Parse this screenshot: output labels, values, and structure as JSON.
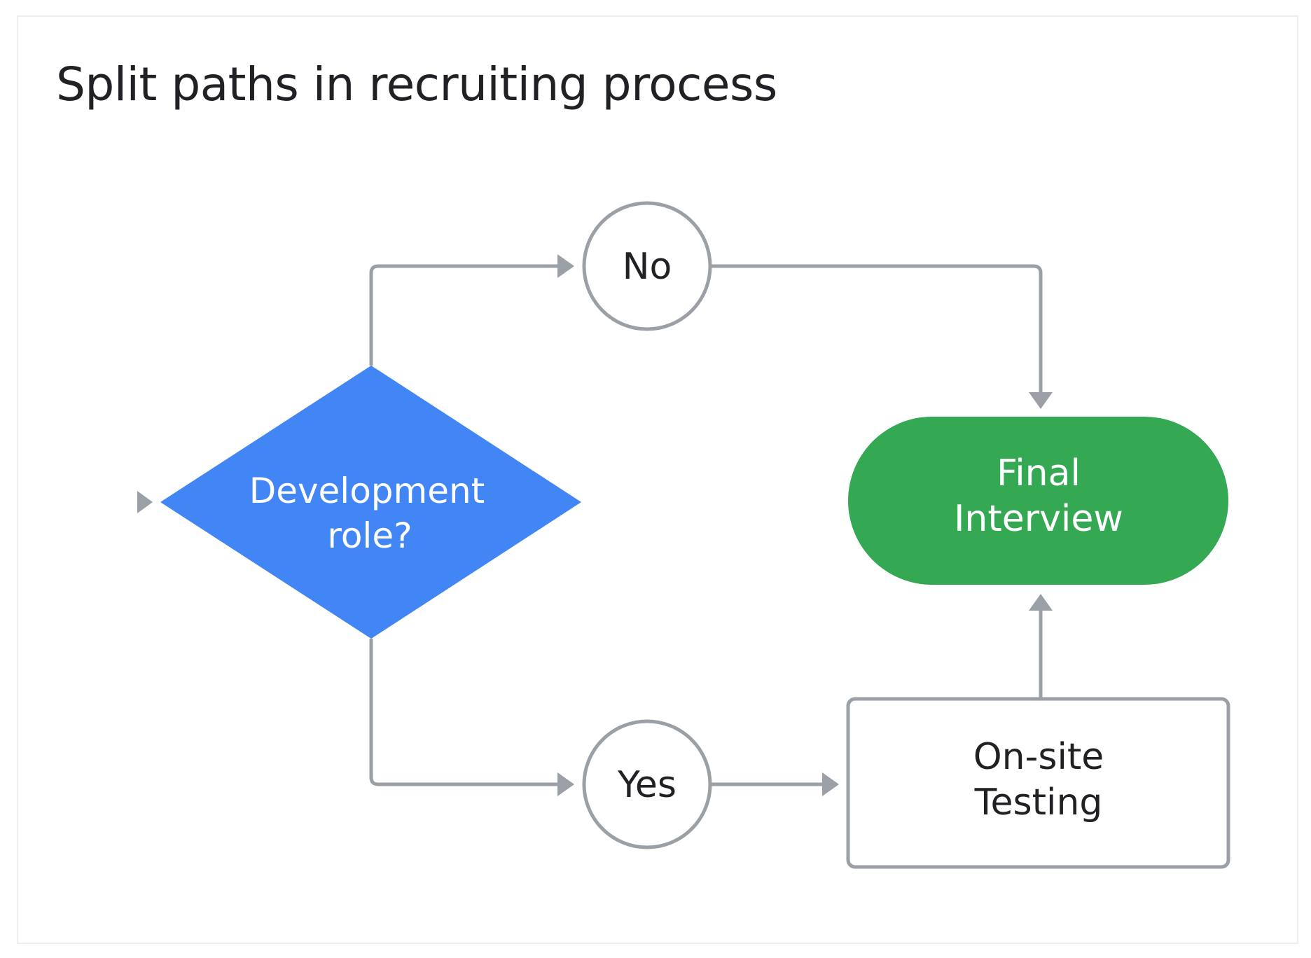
{
  "title": "Split paths in recruiting process",
  "colors": {
    "connector": "#9aa0a6",
    "decision_fill": "#4285f4",
    "terminal_fill": "#34a853",
    "node_border": "#9aa0a6",
    "text_dark": "#202124",
    "text_light": "#ffffff"
  },
  "nodes": {
    "decision": {
      "line1": "Development",
      "line2": "role?"
    },
    "no": {
      "label": "No"
    },
    "yes": {
      "label": "Yes"
    },
    "final": {
      "line1": "Final",
      "line2": "Interview"
    },
    "onsite": {
      "line1": "On-site",
      "line2": "Testing"
    }
  },
  "edges": [
    {
      "from": "start",
      "to": "decision"
    },
    {
      "from": "decision",
      "to": "no"
    },
    {
      "from": "decision",
      "to": "yes"
    },
    {
      "from": "no",
      "to": "final"
    },
    {
      "from": "yes",
      "to": "onsite"
    },
    {
      "from": "onsite",
      "to": "final"
    }
  ]
}
